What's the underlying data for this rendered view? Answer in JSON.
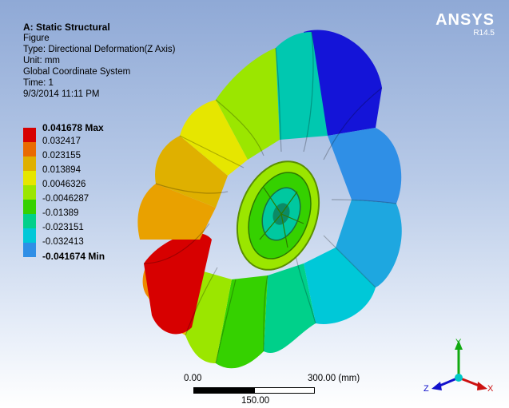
{
  "viewport": {
    "info": {
      "title": "A: Static Structural",
      "figure": "Figure",
      "type": "Type: Directional Deformation(Z Axis)",
      "unit": "Unit: mm",
      "coordinate_system": "Global Coordinate System",
      "time": "Time: 1",
      "timestamp": "9/3/2014 11:11 PM"
    },
    "logo": {
      "brand": "ANSYS",
      "version": "R14.5"
    },
    "legend": {
      "labels": [
        "0.041678 Max",
        "0.032417",
        "0.023155",
        "0.013894",
        "0.0046326",
        "-0.0046287",
        "-0.01389",
        "-0.023151",
        "-0.032413",
        "-0.041674 Min"
      ],
      "colors": [
        "#d70000",
        "#e96a00",
        "#dfb000",
        "#e6e600",
        "#9be600",
        "#35d100",
        "#00d08a",
        "#00c8d8",
        "#2f8fe6",
        "#0000cc"
      ]
    },
    "scale": {
      "left": "0.00",
      "right": "300.00 (mm)",
      "mid": "150.00"
    },
    "triad": {
      "y": "Y",
      "x": "X",
      "z": "Z"
    },
    "colors": {
      "background_top": "#8fa9d6",
      "background_bottom": "#ffffff",
      "max_color": "#d70000",
      "min_color": "#0000cc"
    }
  }
}
